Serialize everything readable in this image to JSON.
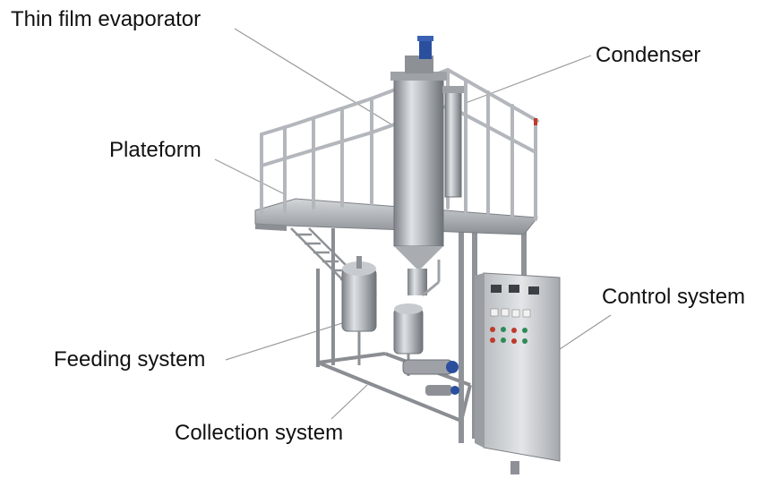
{
  "figure": {
    "labels": [
      {
        "id": "thin-film-evaporator",
        "text": "Thin film evaporator"
      },
      {
        "id": "condenser",
        "text": "Condenser"
      },
      {
        "id": "plateform",
        "text": "Plateform"
      },
      {
        "id": "control-system",
        "text": "Control system"
      },
      {
        "id": "feeding-system",
        "text": "Feeding system"
      },
      {
        "id": "collection-system",
        "text": "Collection system"
      }
    ],
    "colors": {
      "steel_light": "#d9dcdf",
      "steel_mid": "#a9adb2",
      "steel_dark": "#6e7378",
      "motor_blue": "#2b4f9e",
      "red_cap": "#c0392b",
      "leader": "#9a9a9a",
      "text": "#111111"
    },
    "icons": [
      "thin-film-evaporator-icon",
      "control-cabinet-icon",
      "vessel-icon",
      "pump-icon"
    ]
  }
}
